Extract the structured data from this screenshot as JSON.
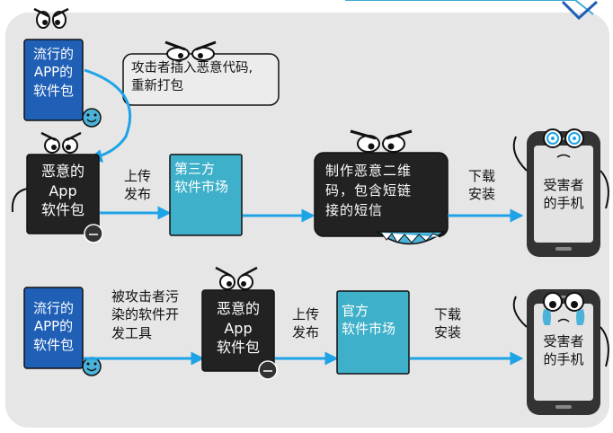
{
  "colors": {
    "panel": "#e6e6e6",
    "blue_box": "#1f5fb5",
    "dark_box": "#222222",
    "cyan_box": "#3fb0c9",
    "arrow": "#1ea4e6",
    "face": "#4bb3d9",
    "phone": "#333333",
    "phone_screen": "#e3e3e3"
  },
  "row1": {
    "popular_app": "流行的\nAPP的\n软件包",
    "attacker_note": "攻击者插入恶意代码,\n重新打包",
    "malicious_app": "恶意的\nApp\n软件包",
    "publish": "上传\n发布",
    "third_party_market": "第三方\n软件市场",
    "qr_sms": "制作恶意二维\n码，包含短链\n接的短信",
    "download": "下载\n安装",
    "victim": "受害者\n的手机"
  },
  "row2": {
    "popular_app": "流行的\nAPP的\n软件包",
    "sdk_note": "被攻击者污\n染的软件开\n发工具",
    "malicious_app": "恶意的\nApp\n软件包",
    "publish": "上传\n发布",
    "official_market": "官方\n软件市场",
    "download": "下载\n安装",
    "victim": "受害者\n的手机"
  }
}
